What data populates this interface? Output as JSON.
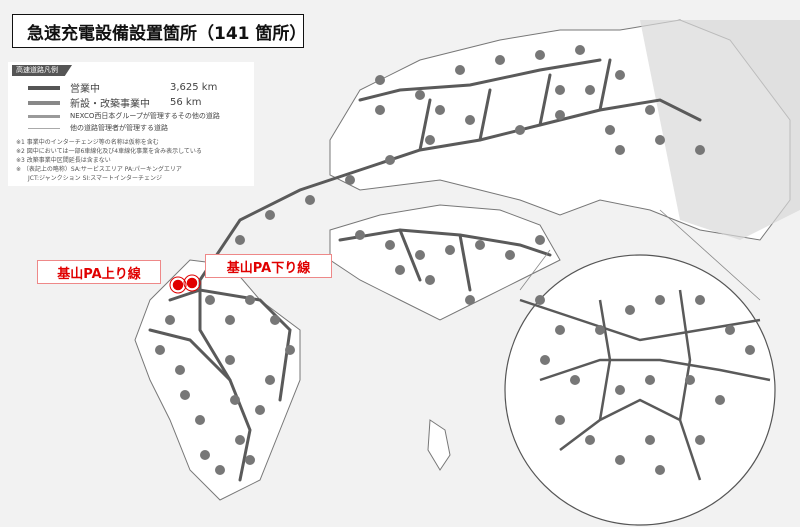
{
  "title": "急速充電設備設置箇所（141 箇所）",
  "legend": {
    "heading": "高速道路凡例",
    "items": [
      {
        "label": "営業中",
        "value": "3,625 km",
        "color": "#555555"
      },
      {
        "label": "新設・改築事業中",
        "value": "56 km",
        "color": "#888888"
      },
      {
        "label": "NEXCO西日本グループが管理するその他の道路",
        "value": "",
        "color": "#9a9a9a"
      },
      {
        "label": "他の道路管理者が管理する道路",
        "value": "",
        "color": "#aaaaaa"
      }
    ],
    "notes": [
      "※1 事業中のインターチェンジ等の名称は仮称を含む",
      "※2 図中においては一部6車線化及び4車線化事業を含み表示している",
      "※3 改築事業中区間延長は含まない",
      "※ （表記上の略称）SA:サービスエリア PA:パーキングエリア",
      "JCT:ジャンクション SI:スマートインターチェンジ"
    ]
  },
  "callouts": {
    "up": "基山PA上り線",
    "down": "基山PA下り線",
    "highlight_color": "#e00000"
  }
}
